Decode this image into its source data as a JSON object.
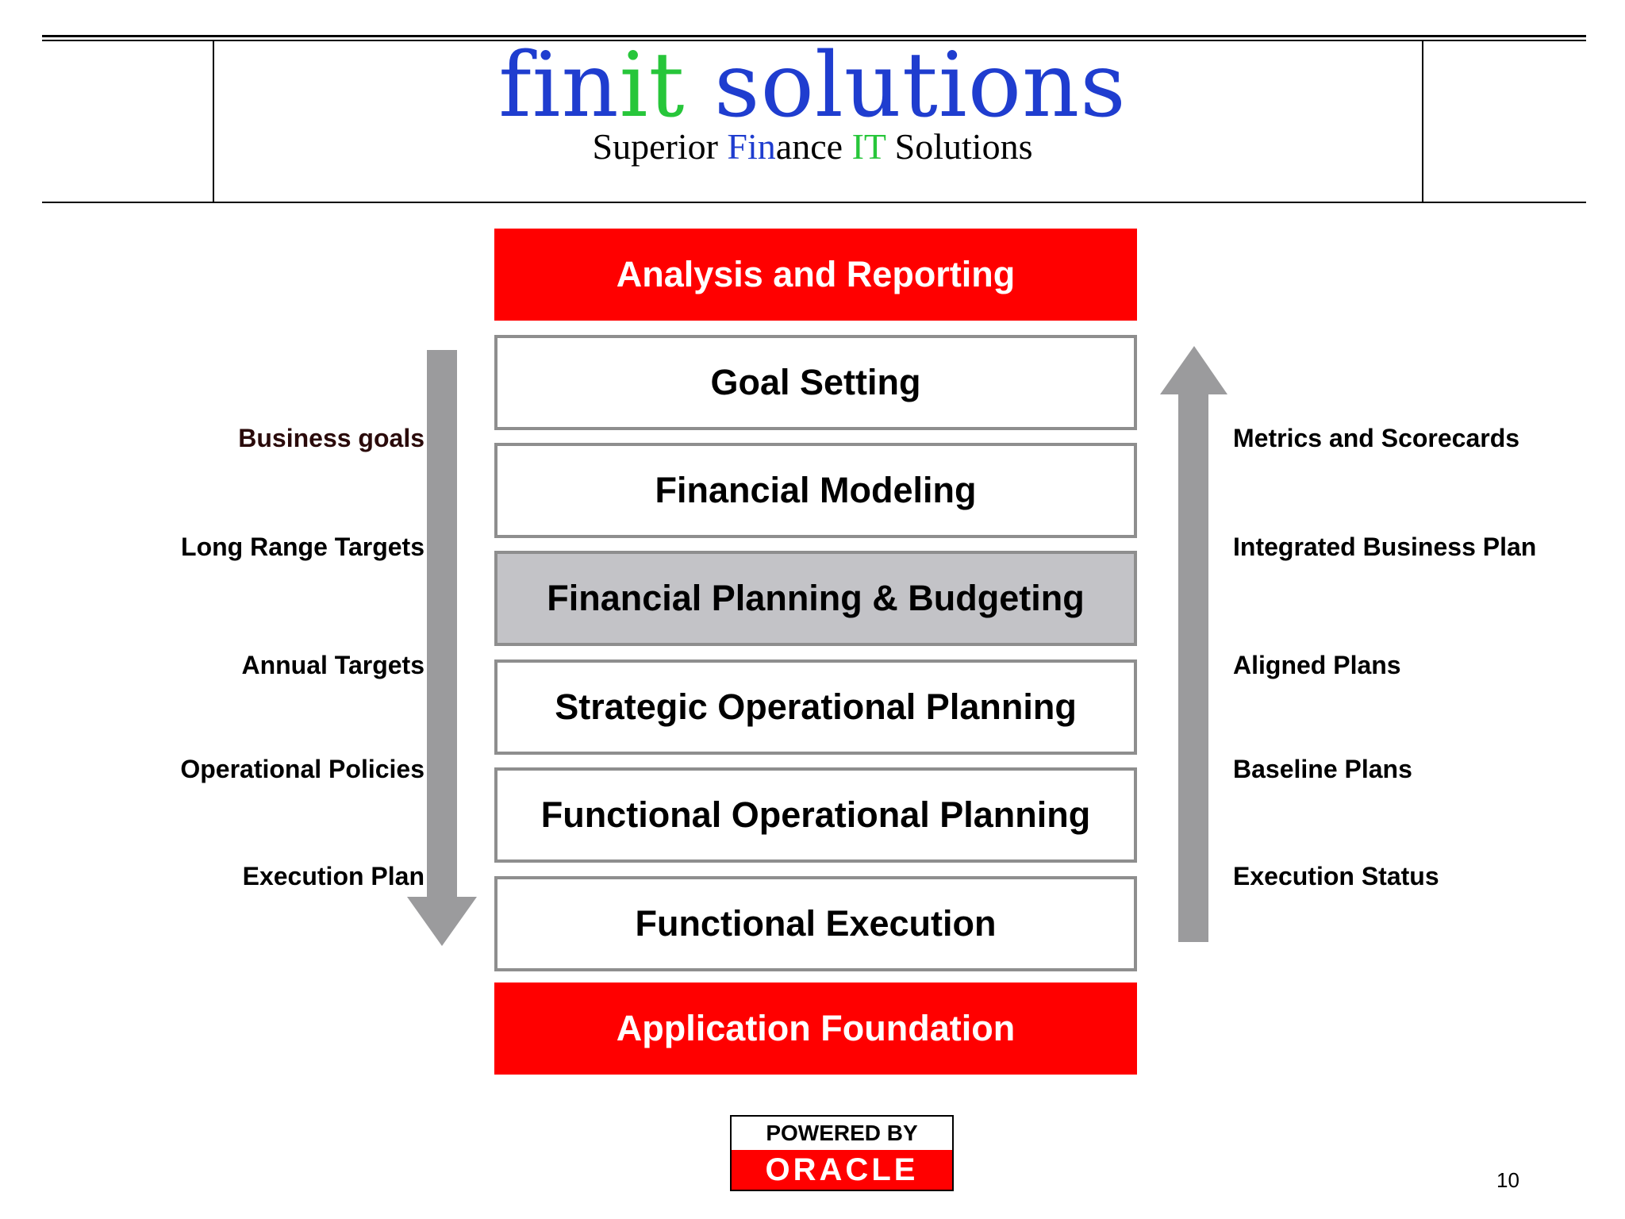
{
  "header": {
    "logo": [
      {
        "text": "fin",
        "color": "#1f3dcf"
      },
      {
        "text": "it",
        "color": "#27c63a"
      },
      {
        "text": " solutions",
        "color": "#1f3dcf"
      }
    ],
    "tagline": [
      {
        "text": "Superior ",
        "color": "#000000"
      },
      {
        "text": "Fin",
        "color": "#1f3dcf"
      },
      {
        "text": "ance ",
        "color": "#000000"
      },
      {
        "text": "IT",
        "color": "#27c63a"
      },
      {
        "text": " Solutions",
        "color": "#000000"
      }
    ]
  },
  "stack": {
    "top": "Analysis and Reporting",
    "layers": [
      "Goal Setting",
      "Financial Modeling",
      "Financial Planning & Budgeting",
      "Strategic Operational Planning",
      "Functional Operational Planning",
      "Functional Execution"
    ],
    "highlighted_layer": "Financial Planning & Budgeting",
    "bottom": "Application Foundation"
  },
  "left_labels": [
    "Business goals",
    "Long Range Targets",
    "Annual Targets",
    "Operational Policies",
    "Execution Plan"
  ],
  "right_labels": [
    "Metrics and Scorecards",
    "Integrated Business Plan",
    "Aligned Plans",
    "Baseline Plans",
    "Execution Status"
  ],
  "left_arrow": {
    "direction": "down",
    "color": "#9b9b9d"
  },
  "right_arrow": {
    "direction": "up",
    "color": "#9b9b9d"
  },
  "badge": {
    "powered_by": "POWERED BY",
    "brand": "ORACLE"
  },
  "page_number": "10",
  "colors": {
    "accent_red": "#ff0000",
    "box_border": "#8e8e8e",
    "highlight_fill": "#c3c3c7"
  }
}
